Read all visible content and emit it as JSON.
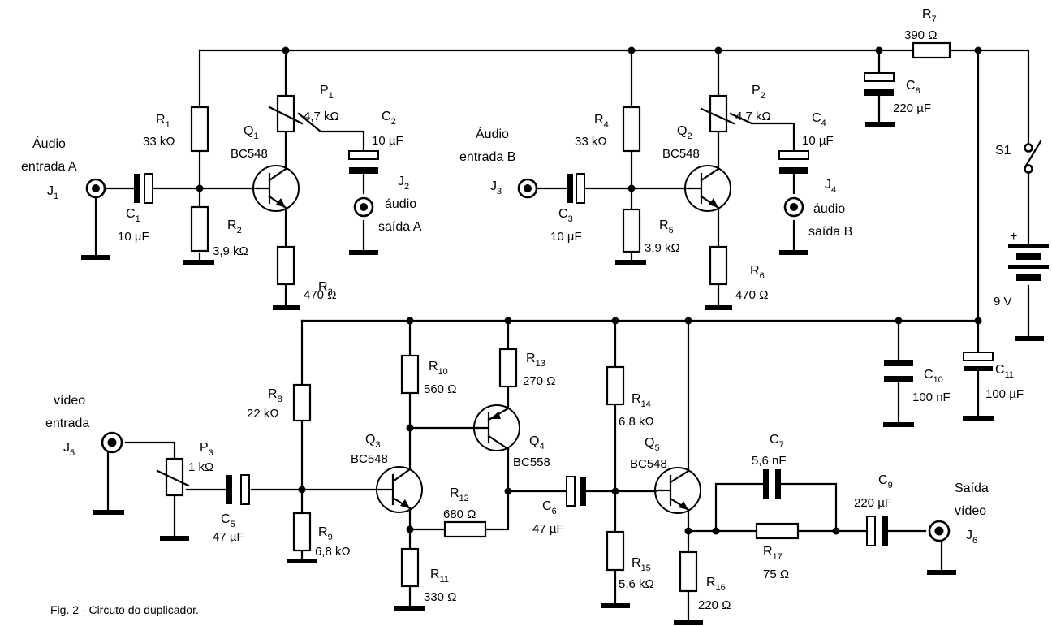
{
  "caption": "Fig. 2 - Circuto do duplicador.",
  "components": {
    "r1": {
      "ref": "R",
      "sub": "1",
      "value": "33 kΩ"
    },
    "r2": {
      "ref": "R",
      "sub": "2",
      "value": "3,9 kΩ"
    },
    "r3": {
      "ref": "R",
      "sub": "3",
      "value": "470 Ω"
    },
    "r4": {
      "ref": "R",
      "sub": "4",
      "value": "33 kΩ"
    },
    "r5": {
      "ref": "R",
      "sub": "5",
      "value": "3,9 kΩ"
    },
    "r6": {
      "ref": "R",
      "sub": "6",
      "value": "470 Ω"
    },
    "r7": {
      "ref": "R",
      "sub": "7",
      "value": "390 Ω"
    },
    "r8": {
      "ref": "R",
      "sub": "8",
      "value": "22 kΩ"
    },
    "r9": {
      "ref": "R",
      "sub": "9",
      "value": "6,8 kΩ"
    },
    "r10": {
      "ref": "R",
      "sub": "10",
      "value": "560 Ω"
    },
    "r11": {
      "ref": "R",
      "sub": "11",
      "value": "330 Ω"
    },
    "r12": {
      "ref": "R",
      "sub": "12",
      "value": "680 Ω"
    },
    "r13": {
      "ref": "R",
      "sub": "13",
      "value": "270 Ω"
    },
    "r14": {
      "ref": "R",
      "sub": "14",
      "value": "6,8 kΩ"
    },
    "r15": {
      "ref": "R",
      "sub": "15",
      "value": "5,6 kΩ"
    },
    "r16": {
      "ref": "R",
      "sub": "16",
      "value": "220 Ω"
    },
    "r17": {
      "ref": "R",
      "sub": "17",
      "value": "75 Ω"
    },
    "c1": {
      "ref": "C",
      "sub": "1",
      "value": "10 µF"
    },
    "c2": {
      "ref": "C",
      "sub": "2",
      "value": "10 µF"
    },
    "c3": {
      "ref": "C",
      "sub": "3",
      "value": "10 µF"
    },
    "c4": {
      "ref": "C",
      "sub": "4",
      "value": "10 µF"
    },
    "c5": {
      "ref": "C",
      "sub": "5",
      "value": "47 µF"
    },
    "c6": {
      "ref": "C",
      "sub": "6",
      "value": "47 µF"
    },
    "c7": {
      "ref": "C",
      "sub": "7",
      "value": "5,6 nF"
    },
    "c8": {
      "ref": "C",
      "sub": "8",
      "value": "220 µF"
    },
    "c9": {
      "ref": "C",
      "sub": "9",
      "value": "220 µF"
    },
    "c10": {
      "ref": "C",
      "sub": "10",
      "value": "100 nF"
    },
    "c11": {
      "ref": "C",
      "sub": "11",
      "value": "100 µF"
    },
    "p1": {
      "ref": "P",
      "sub": "1",
      "value": "4,7 kΩ"
    },
    "p2": {
      "ref": "P",
      "sub": "2",
      "value": "4,7 kΩ"
    },
    "p3": {
      "ref": "P",
      "sub": "3",
      "value": "1 kΩ"
    },
    "q1": {
      "ref": "Q",
      "sub": "1",
      "part": "BC548"
    },
    "q2": {
      "ref": "Q",
      "sub": "2",
      "part": "BC548"
    },
    "q3": {
      "ref": "Q",
      "sub": "3",
      "part": "BC548"
    },
    "q4": {
      "ref": "Q",
      "sub": "4",
      "part": "BC558"
    },
    "q5": {
      "ref": "Q",
      "sub": "5",
      "part": "BC548"
    },
    "j1": {
      "ref": "J",
      "sub": "1",
      "line1": "Áudio",
      "line2": "entrada A"
    },
    "j2": {
      "ref": "J",
      "sub": "2",
      "line1": "áudio",
      "line2": "saída A"
    },
    "j3": {
      "ref": "J",
      "sub": "3",
      "line1": "Áudio",
      "line2": "entrada B"
    },
    "j4": {
      "ref": "J",
      "sub": "4",
      "line1": "áudio",
      "line2": "saída B"
    },
    "j5": {
      "ref": "J",
      "sub": "5",
      "line1": "vídeo",
      "line2": "entrada"
    },
    "j6": {
      "ref": "J",
      "sub": "6",
      "line1": "Saída",
      "line2": "vídeo"
    },
    "s1": {
      "ref": "S1"
    },
    "battery": {
      "plus": "+",
      "value": "9 V"
    }
  }
}
